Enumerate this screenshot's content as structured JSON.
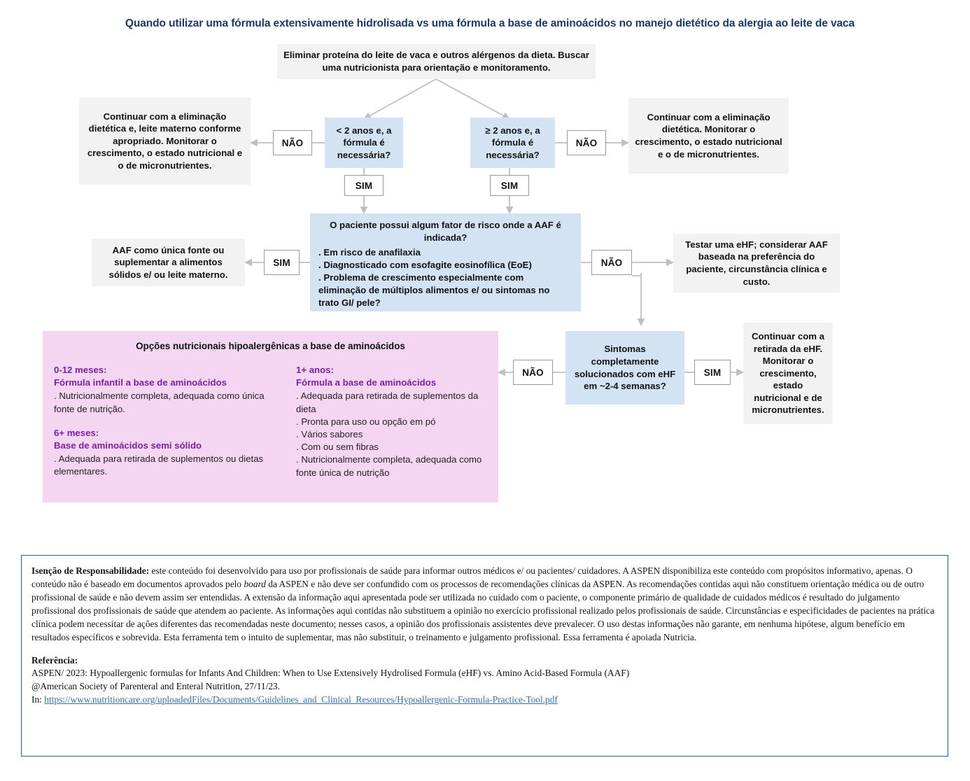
{
  "title": "Quando utilizar uma fórmula extensivamente hidrolisada  vs uma fórmula a base de aminoácidos no manejo dietético da alergia ao leite de vaca",
  "flow": {
    "start": "Eliminar proteína do leite de vaca e outros alérgenos da dieta. Buscar uma nutricionista para orientação e monitoramento.",
    "decision_under2": "< 2 anos  e, a fórmula é necessária?",
    "decision_over2": "≥ 2 anos  e, a fórmula é necessária?",
    "outcome_left_top": "Continuar com a eliminação dietética e, leite materno conforme apropriado. Monitorar o crescimento, o estado nutricional e o de micronutrientes.",
    "outcome_right_top": "Continuar com a eliminação dietética. Monitorar o crescimento, o estado nutricional e o de micronutrientes.",
    "risk_question_title": "O paciente possui  algum fator de risco  onde a AAF é indicada?",
    "risk_bullets": [
      ". Em risco de anafilaxia",
      ". Diagnosticado com esofagite eosinofílica (EoE)",
      ". Problema de crescimento especialmente com eliminação de múltiplos alimentos e/ ou sintomas no trato GI/ pele?"
    ],
    "outcome_aaf": "AAF como única fonte  ou suplementar a alimentos sólidos e/ ou leite materno.",
    "outcome_ehf": "Testar uma  eHF; considerar AAF baseada na preferência do paciente, circunstância clínica e custo.",
    "decision_symptoms": "Sintomas completamente solucionados com eHF em ~2-4 semanas?",
    "outcome_withdraw": "Continuar com a retirada da eHF. Monitorar o crescimento, estado nutricional e de micronutrientes.",
    "labels": {
      "nao": "NÃO",
      "sim": "SIM"
    }
  },
  "options_panel": {
    "title": "Opções nutricionais hipoalergênicas a base de aminoácidos",
    "left": [
      {
        "age": "0-12 meses:",
        "product": "Fórmula infantil a base de aminoácidos",
        "details": ". Nutricionalmente completa, adequada como única fonte de nutrição."
      },
      {
        "age": "6+ meses:",
        "product": "Base de aminoácidos semi sólido",
        "details": ". Adequada para retirada de suplementos ou dietas elementares."
      }
    ],
    "right": [
      {
        "age": "1+ anos:",
        "product": " Fórmula a base de aminoácidos",
        "details": ". Adequada para retirada de suplementos  da dieta\n. Pronta para uso ou opção em pó\n. Vários sabores\n. Com ou sem fibras\n. Nutricionalmente completa, adequada como fonte única de nutrição"
      }
    ]
  },
  "disclaimer": {
    "heading": "Isenção de Responsabilidade:",
    "part1": " este conteúdo foi desenvolvido para uso por profissionais de saúde para informar outros médicos e/ ou pacientes/ cuidadores. A ASPEN disponibiliza este conteúdo com propósitos informativo, apenas. O conteúdo não é baseado em documentos aprovados pelo ",
    "italic": "board",
    "part2": " da ASPEN e não deve ser confundido com os processos de recomendações clínicas da ASPEN.  As recomendações contidas aqui não constituem orientação médica ou de outro profissional de saúde e não devem assim ser entendidas.  A extensão da informação aqui apresentada pode ser utilizada no cuidado com o paciente, o componente primário de qualidade de cuidados médicos é resultado do julgamento profissional dos profissionais de saúde que atendem ao paciente. As informações aqui contidas não substituem a opinião no exercício profissional realizado pelos profissionais de saúde. Circunstâncias  e especificidades de pacientes na prática clínica podem necessitar de ações diferentes das recomendadas neste documento; nesses casos, a opinião dos profissionais assistentes deve prevalecer. O uso destas informações não garante, em nenhuma hipótese, algum benefício em resultados específicos e sobrevida. Esta ferramenta tem o intuito de suplementar, mas não substituir, o treinamento e julgamento profissional. Essa ferramenta é apoiada Nutricia.",
    "reference_heading": "Referência:",
    "reference_line1": "ASPEN/ 2023: Hypoallergenic formulas for Infants And Children: When to Use Extensively Hydrolised Formula (eHF) vs. Amino Acid-Based Formula (AAF)",
    "reference_line2": "@American Society of Parenteral and Enteral Nutrition, 27/11/23.",
    "reference_prefix": "In: ",
    "reference_link": "https://www.nutritioncare.org/uploadedFiles/Documents/Guidelines_and_Clinical_Resources/Hypoallergenic-Formula-Practice-Tool.pdf"
  },
  "colors": {
    "title": "#1b3a63",
    "gray_box": "#f2f2f2",
    "blue_box": "#d3e3f3",
    "purple_box": "#f4d6f2",
    "purple_text": "#7c1fa0",
    "connector": "#bfbfbf",
    "disclaimer_border": "#2e5f8a",
    "link": "#3a6ea5"
  }
}
